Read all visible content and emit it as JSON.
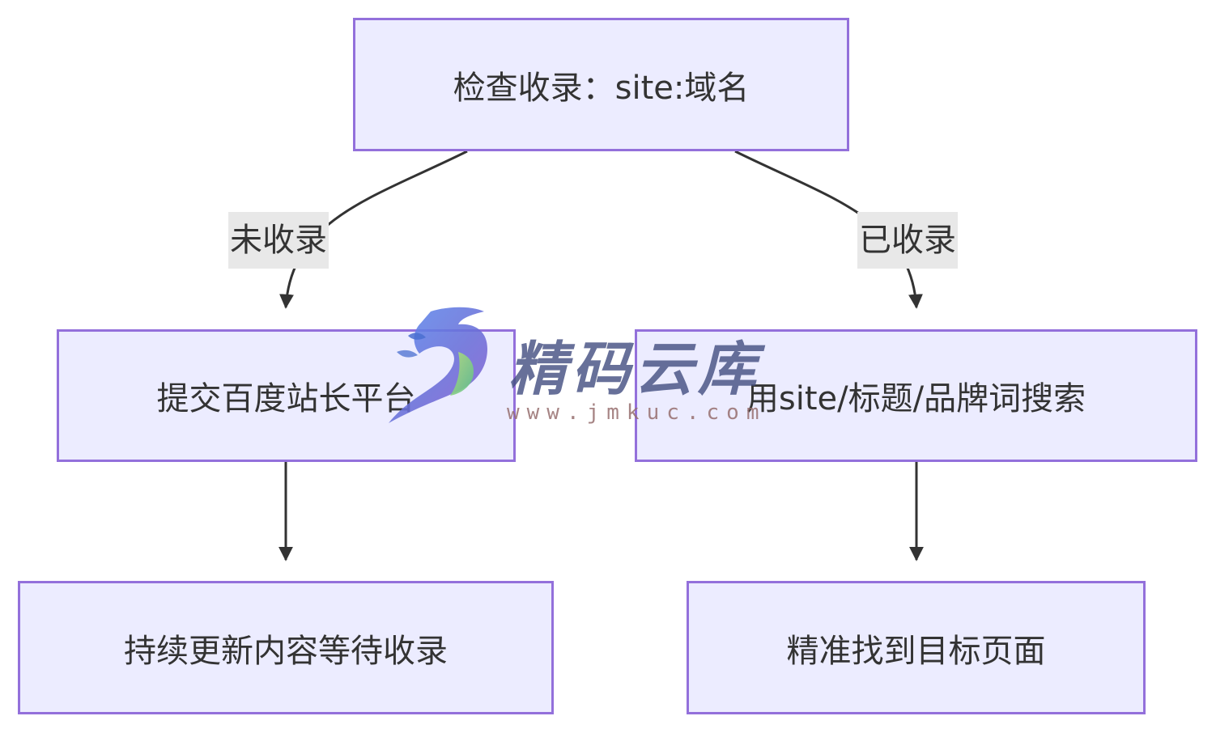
{
  "nodes": {
    "check_index": "检查收录：site:域名",
    "submit_baidu": "提交百度站长平台",
    "search_site": "用site/标题/品牌词搜索",
    "keep_updating": "持续更新内容等待收录",
    "find_target": "精准找到目标页面"
  },
  "edges": {
    "not_indexed": "未收录",
    "indexed": "已收录"
  },
  "watermark": {
    "title": "精码云库",
    "url": "www.jmkuc.com"
  },
  "colors": {
    "node_fill": "#ececff",
    "node_border": "#9370db",
    "edge_stroke": "#333333",
    "edge_label_bg": "#e8e8e8"
  }
}
